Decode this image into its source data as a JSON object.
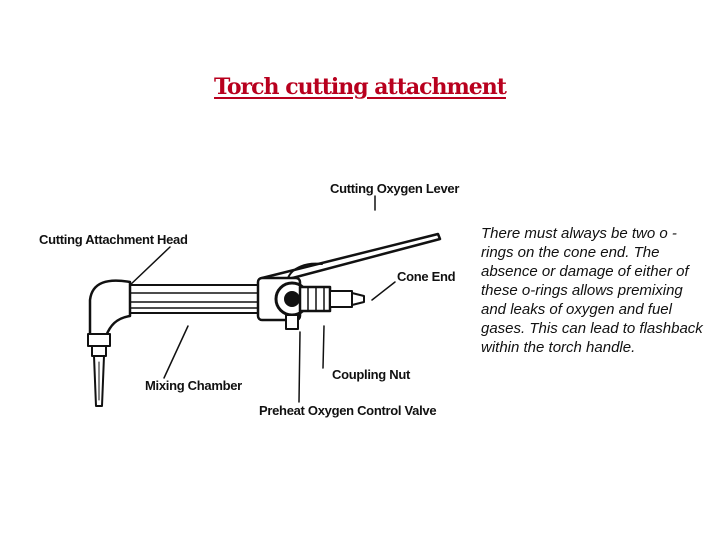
{
  "slide": {
    "title": "Torch cutting attachment"
  },
  "diagram": {
    "labels": {
      "cutting_oxygen_lever": "Cutting Oxygen Lever",
      "cutting_attachment_head": "Cutting Attachment Head",
      "cone_end": "Cone End",
      "mixing_chamber": "Mixing Chamber",
      "coupling_nut": "Coupling Nut",
      "preheat_oxygen_control_valve": "Preheat Oxygen Control Valve"
    }
  },
  "note": {
    "text": "There must always be two o -rings on the cone end.  The absence or damage of either of these o-rings allows premixing and leaks of oxygen and fuel gases. This can lead to flashback within the torch handle."
  }
}
